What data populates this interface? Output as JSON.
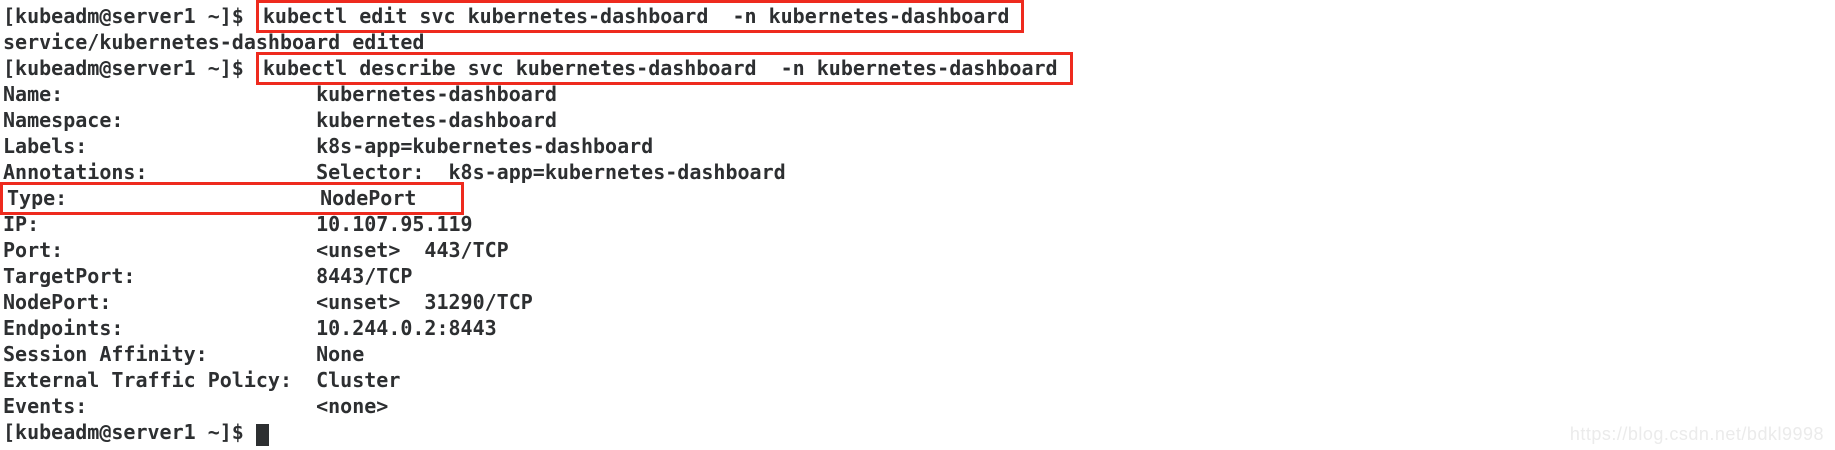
{
  "theme": {
    "bg": "#ffffff",
    "text-color": "#2d2f31",
    "box-color": "#ee2a1e",
    "watermark-color": "#ebebeb"
  },
  "terminal": {
    "prompt": "[kubeadm@server1 ~]$ ",
    "cmd_edit": "kubectl edit svc kubernetes-dashboard  -n kubernetes-dashboard",
    "edit_output": "service/kubernetes-dashboard edited",
    "cmd_describe": "kubectl describe svc kubernetes-dashboard  -n kubernetes-dashboard",
    "describe": {
      "name": "Name:                     kubernetes-dashboard",
      "namespace": "Namespace:                kubernetes-dashboard",
      "labels": "Labels:                   k8s-app=kubernetes-dashboard",
      "annotations": "Annotations:              Selector:  k8s-app=kubernetes-dashboard",
      "type": "Type:                     NodePort",
      "ip": "IP:                       10.107.95.119",
      "port": "Port:                     <unset>  443/TCP",
      "target_port": "TargetPort:               8443/TCP",
      "node_port": "NodePort:                 <unset>  31290/TCP",
      "endpoints": "Endpoints:                10.244.0.2:8443",
      "session_affinity": "Session Affinity:         None",
      "external_traffic_policy": "External Traffic Policy:  Cluster",
      "events": "Events:                   <none>"
    }
  },
  "watermark": {
    "text": "https://blog.csdn.net/bdkl9998"
  }
}
